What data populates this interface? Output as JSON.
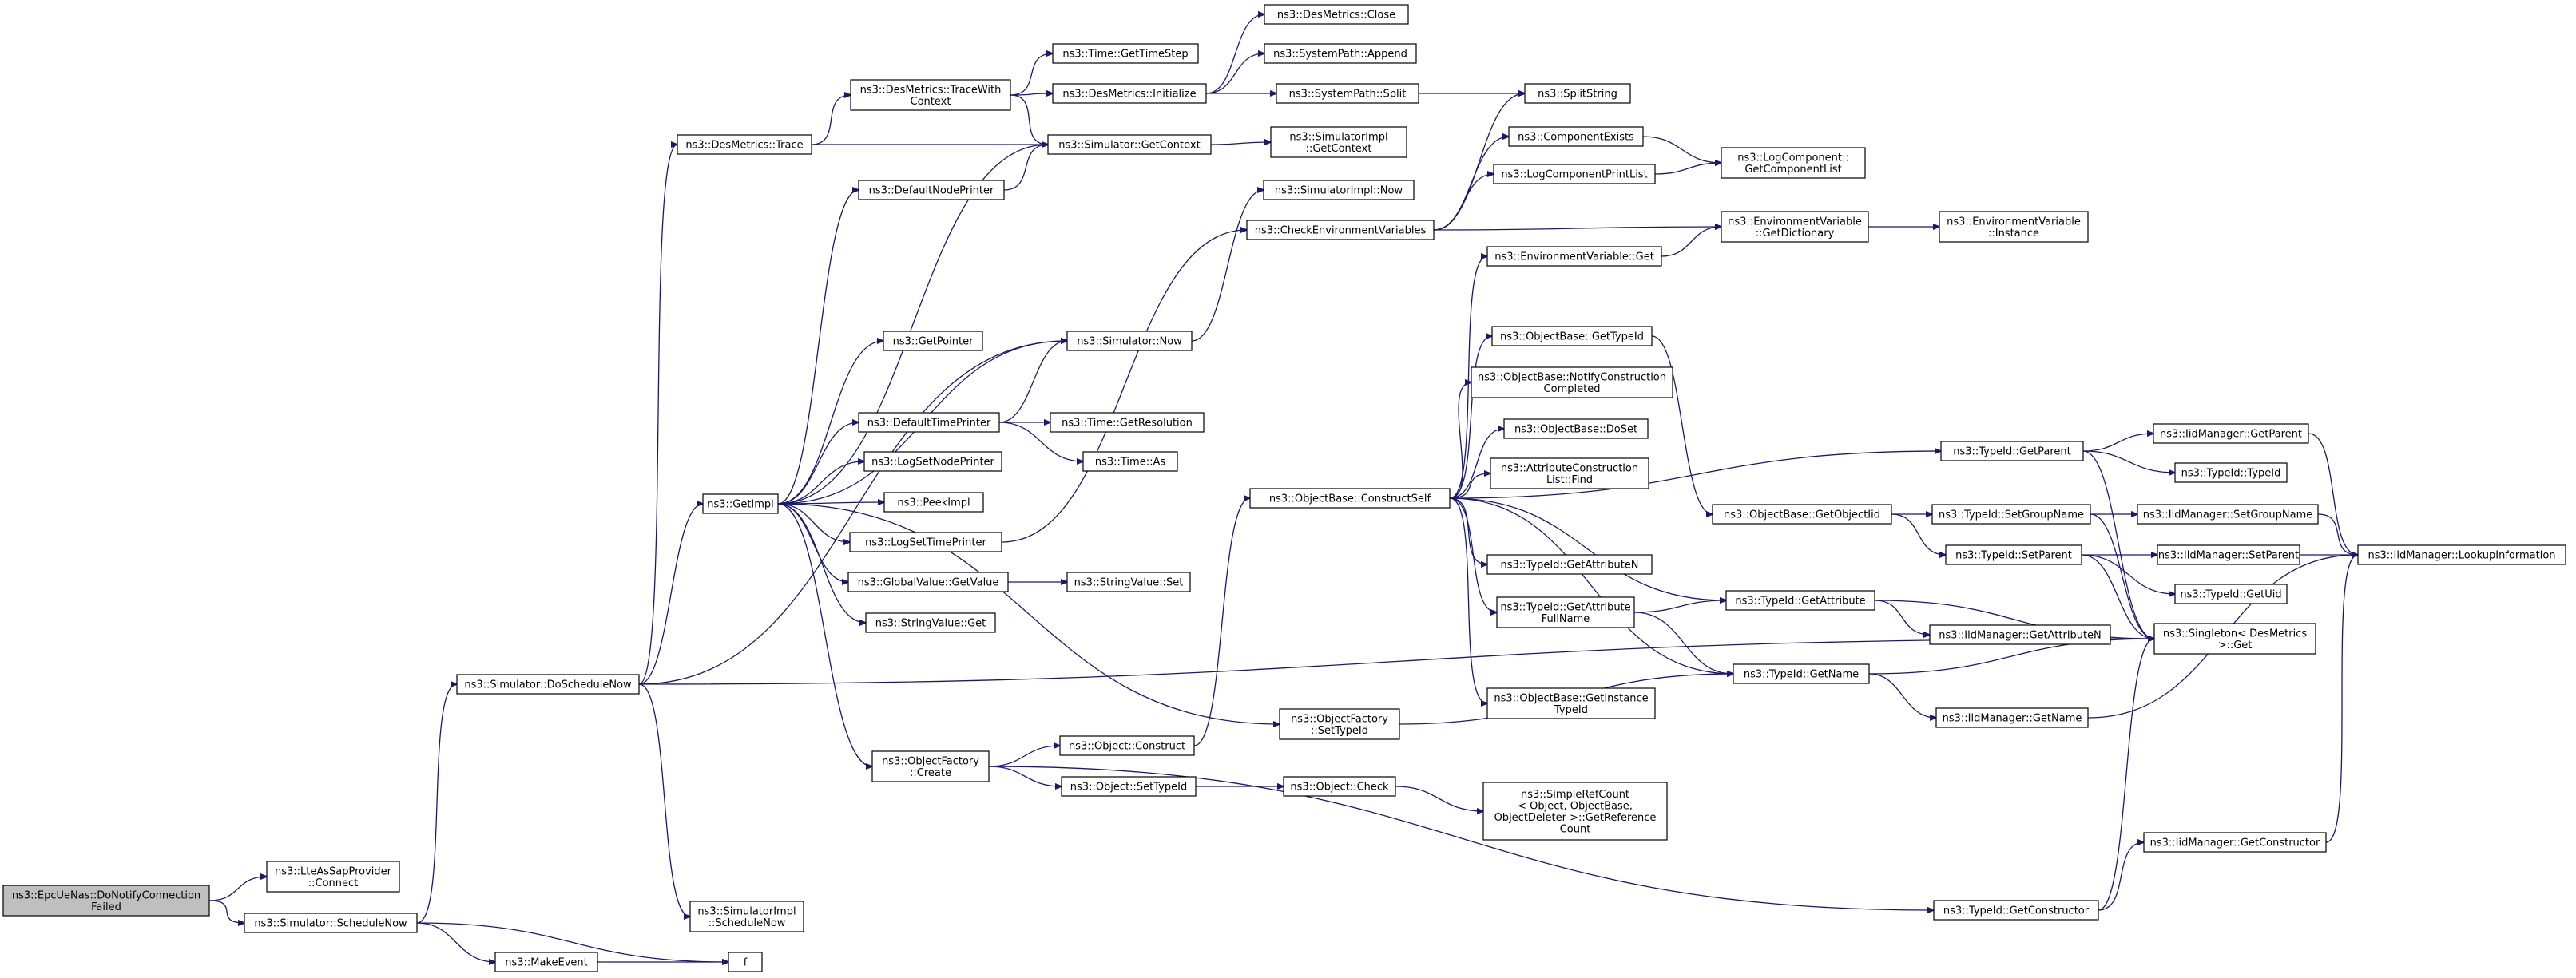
{
  "graph": {
    "edge_color": "#191970",
    "root_fill": "#bfbfbf",
    "nodes": [
      {
        "id": "root",
        "lines": [
          "ns3::EpcUeNas::DoNotifyConnection",
          "Failed"
        ],
        "root": true
      },
      {
        "id": "lteConnect",
        "lines": [
          "ns3::LteAsSapProvider",
          "::Connect"
        ]
      },
      {
        "id": "schedNow",
        "lines": [
          "ns3::Simulator::ScheduleNow"
        ]
      },
      {
        "id": "doSchedNow",
        "lines": [
          "ns3::Simulator::DoScheduleNow"
        ]
      },
      {
        "id": "implSched",
        "lines": [
          "ns3::SimulatorImpl",
          "::ScheduleNow"
        ]
      },
      {
        "id": "makeEvent",
        "lines": [
          "ns3::MakeEvent"
        ]
      },
      {
        "id": "f",
        "lines": [
          "f"
        ]
      },
      {
        "id": "desTrace",
        "lines": [
          "ns3::DesMetrics::Trace"
        ]
      },
      {
        "id": "getImpl",
        "lines": [
          "ns3::GetImpl"
        ]
      },
      {
        "id": "traceWith",
        "lines": [
          "ns3::DesMetrics::TraceWith",
          "Context"
        ]
      },
      {
        "id": "getTimeStep",
        "lines": [
          "ns3::Time::GetTimeStep"
        ]
      },
      {
        "id": "desInit",
        "lines": [
          "ns3::DesMetrics::Initialize"
        ]
      },
      {
        "id": "desClose",
        "lines": [
          "ns3::DesMetrics::Close"
        ]
      },
      {
        "id": "sysAppend",
        "lines": [
          "ns3::SystemPath::Append"
        ]
      },
      {
        "id": "sysSplit",
        "lines": [
          "ns3::SystemPath::Split"
        ]
      },
      {
        "id": "splitString",
        "lines": [
          "ns3::SplitString"
        ]
      },
      {
        "id": "simGetContext",
        "lines": [
          "ns3::Simulator::GetContext"
        ]
      },
      {
        "id": "implGetContext",
        "lines": [
          "ns3::SimulatorImpl",
          "::GetContext"
        ]
      },
      {
        "id": "defNodePrinter",
        "lines": [
          "ns3::DefaultNodePrinter"
        ]
      },
      {
        "id": "implNow",
        "lines": [
          "ns3::SimulatorImpl::Now"
        ]
      },
      {
        "id": "checkEnv",
        "lines": [
          "ns3::CheckEnvironmentVariables"
        ]
      },
      {
        "id": "compExists",
        "lines": [
          "ns3::ComponentExists"
        ]
      },
      {
        "id": "logCompPrint",
        "lines": [
          "ns3::LogComponentPrintList"
        ]
      },
      {
        "id": "logCompList",
        "lines": [
          "ns3::LogComponent::",
          "GetComponentList"
        ]
      },
      {
        "id": "envGetDict",
        "lines": [
          "ns3::EnvironmentVariable",
          "::GetDictionary"
        ]
      },
      {
        "id": "envInstance",
        "lines": [
          "ns3::EnvironmentVariable",
          "::Instance"
        ]
      },
      {
        "id": "envGet",
        "lines": [
          "ns3::EnvironmentVariable::Get"
        ]
      },
      {
        "id": "getPointer",
        "lines": [
          "ns3::GetPointer"
        ]
      },
      {
        "id": "simNow",
        "lines": [
          "ns3::Simulator::Now"
        ]
      },
      {
        "id": "defTimePrinter",
        "lines": [
          "ns3::DefaultTimePrinter"
        ]
      },
      {
        "id": "getResolution",
        "lines": [
          "ns3::Time::GetResolution"
        ]
      },
      {
        "id": "timeAs",
        "lines": [
          "ns3::Time::As"
        ]
      },
      {
        "id": "logSetNode",
        "lines": [
          "ns3::LogSetNodePrinter"
        ]
      },
      {
        "id": "peekImpl",
        "lines": [
          "ns3::PeekImpl"
        ]
      },
      {
        "id": "logSetTime",
        "lines": [
          "ns3::LogSetTimePrinter"
        ]
      },
      {
        "id": "gvGetValue",
        "lines": [
          "ns3::GlobalValue::GetValue"
        ]
      },
      {
        "id": "svSet",
        "lines": [
          "ns3::StringValue::Set"
        ]
      },
      {
        "id": "svGet",
        "lines": [
          "ns3::StringValue::Get"
        ]
      },
      {
        "id": "ofCreate",
        "lines": [
          "ns3::ObjectFactory",
          "::Create"
        ]
      },
      {
        "id": "objConstruct",
        "lines": [
          "ns3::Object::Construct"
        ]
      },
      {
        "id": "objSetTypeId",
        "lines": [
          "ns3::Object::SetTypeId"
        ]
      },
      {
        "id": "objCheck",
        "lines": [
          "ns3::Object::Check"
        ]
      },
      {
        "id": "simpleRef",
        "lines": [
          "ns3::SimpleRefCount",
          "< Object, ObjectBase,",
          "ObjectDeleter >::GetReference",
          "Count"
        ]
      },
      {
        "id": "ofSetTypeId",
        "lines": [
          "ns3::ObjectFactory",
          "::SetTypeId"
        ]
      },
      {
        "id": "constructSelf",
        "lines": [
          "ns3::ObjectBase::ConstructSelf"
        ]
      },
      {
        "id": "obGetTypeId",
        "lines": [
          "ns3::ObjectBase::GetTypeId"
        ]
      },
      {
        "id": "obNotify",
        "lines": [
          "ns3::ObjectBase::NotifyConstruction",
          "Completed"
        ]
      },
      {
        "id": "obDoSet",
        "lines": [
          "ns3::ObjectBase::DoSet"
        ]
      },
      {
        "id": "attrFind",
        "lines": [
          "ns3::AttributeConstruction",
          "List::Find"
        ]
      },
      {
        "id": "tidGetAttrN",
        "lines": [
          "ns3::TypeId::GetAttributeN"
        ]
      },
      {
        "id": "tidGetAttrFull",
        "lines": [
          "ns3::TypeId::GetAttribute",
          "FullName"
        ]
      },
      {
        "id": "obGetInstance",
        "lines": [
          "ns3::ObjectBase::GetInstance",
          "TypeId"
        ]
      },
      {
        "id": "obGetObjectTid",
        "lines": [
          "ns3::ObjectBase::GetObjectIid"
        ]
      },
      {
        "id": "tidGetAttr",
        "lines": [
          "ns3::TypeId::GetAttribute"
        ]
      },
      {
        "id": "tidGetName",
        "lines": [
          "ns3::TypeId::GetName"
        ]
      },
      {
        "id": "tidGetParent",
        "lines": [
          "ns3::TypeId::GetParent"
        ]
      },
      {
        "id": "tidSetGroup",
        "lines": [
          "ns3::TypeId::SetGroupName"
        ]
      },
      {
        "id": "tidSetParent",
        "lines": [
          "ns3::TypeId::SetParent"
        ]
      },
      {
        "id": "iidGetAttrN",
        "lines": [
          "ns3::IidManager::GetAttributeN"
        ]
      },
      {
        "id": "iidGetName",
        "lines": [
          "ns3::IidManager::GetName"
        ]
      },
      {
        "id": "tidGetCtor",
        "lines": [
          "ns3::TypeId::GetConstructor"
        ]
      },
      {
        "id": "iidGetParent",
        "lines": [
          "ns3::IidManager::GetParent"
        ]
      },
      {
        "id": "tidTypeId",
        "lines": [
          "ns3::TypeId::TypeId"
        ]
      },
      {
        "id": "iidSetGroup",
        "lines": [
          "ns3::IidManager::SetGroupName"
        ]
      },
      {
        "id": "iidSetParent",
        "lines": [
          "ns3::IidManager::SetParent"
        ]
      },
      {
        "id": "tidGetUid",
        "lines": [
          "ns3::TypeId::GetUid"
        ]
      },
      {
        "id": "singletonGet",
        "lines": [
          "ns3::Singleton< DesMetrics",
          "  >::Get"
        ]
      },
      {
        "id": "iidGetCtor",
        "lines": [
          "ns3::IidManager::GetConstructor"
        ]
      },
      {
        "id": "iidLookup",
        "lines": [
          "ns3::IidManager::LookupInformation"
        ]
      }
    ],
    "edges": [
      [
        "root",
        "lteConnect"
      ],
      [
        "root",
        "schedNow"
      ],
      [
        "schedNow",
        "doSchedNow"
      ],
      [
        "schedNow",
        "makeEvent"
      ],
      [
        "schedNow",
        "f"
      ],
      [
        "makeEvent",
        "f"
      ],
      [
        "doSchedNow",
        "desTrace"
      ],
      [
        "doSchedNow",
        "getImpl"
      ],
      [
        "doSchedNow",
        "simNow"
      ],
      [
        "doSchedNow",
        "implSched"
      ],
      [
        "doSchedNow",
        "singletonGet"
      ],
      [
        "desTrace",
        "traceWith"
      ],
      [
        "desTrace",
        "simGetContext"
      ],
      [
        "traceWith",
        "getTimeStep"
      ],
      [
        "traceWith",
        "desInit"
      ],
      [
        "traceWith",
        "simGetContext"
      ],
      [
        "desInit",
        "desClose"
      ],
      [
        "desInit",
        "sysAppend"
      ],
      [
        "desInit",
        "sysSplit"
      ],
      [
        "sysSplit",
        "splitString"
      ],
      [
        "simGetContext",
        "implGetContext"
      ],
      [
        "getImpl",
        "defNodePrinter"
      ],
      [
        "getImpl",
        "simGetContext"
      ],
      [
        "getImpl",
        "getPointer"
      ],
      [
        "getImpl",
        "simNow"
      ],
      [
        "getImpl",
        "defTimePrinter"
      ],
      [
        "getImpl",
        "logSetNode"
      ],
      [
        "getImpl",
        "peekImpl"
      ],
      [
        "getImpl",
        "logSetTime"
      ],
      [
        "getImpl",
        "gvGetValue"
      ],
      [
        "getImpl",
        "svGet"
      ],
      [
        "getImpl",
        "ofCreate"
      ],
      [
        "getImpl",
        "ofSetTypeId"
      ],
      [
        "defNodePrinter",
        "simGetContext"
      ],
      [
        "defTimePrinter",
        "simNow"
      ],
      [
        "defTimePrinter",
        "getResolution"
      ],
      [
        "defTimePrinter",
        "timeAs"
      ],
      [
        "simNow",
        "implNow"
      ],
      [
        "logSetTime",
        "checkEnv"
      ],
      [
        "gvGetValue",
        "svSet"
      ],
      [
        "checkEnv",
        "splitString"
      ],
      [
        "checkEnv",
        "compExists"
      ],
      [
        "checkEnv",
        "logCompPrint"
      ],
      [
        "checkEnv",
        "envGetDict"
      ],
      [
        "compExists",
        "logCompList"
      ],
      [
        "logCompPrint",
        "logCompList"
      ],
      [
        "envGetDict",
        "envInstance"
      ],
      [
        "ofCreate",
        "objConstruct"
      ],
      [
        "ofCreate",
        "objSetTypeId"
      ],
      [
        "ofCreate",
        "tidGetCtor"
      ],
      [
        "objConstruct",
        "constructSelf"
      ],
      [
        "objSetTypeId",
        "objCheck"
      ],
      [
        "objCheck",
        "simpleRef"
      ],
      [
        "ofSetTypeId",
        "tidGetName"
      ],
      [
        "constructSelf",
        "envGet"
      ],
      [
        "constructSelf",
        "obGetTypeId"
      ],
      [
        "constructSelf",
        "obNotify"
      ],
      [
        "constructSelf",
        "obDoSet"
      ],
      [
        "constructSelf",
        "attrFind"
      ],
      [
        "constructSelf",
        "tidGetAttrN"
      ],
      [
        "constructSelf",
        "tidGetAttrFull"
      ],
      [
        "constructSelf",
        "obGetInstance"
      ],
      [
        "constructSelf",
        "tidGetAttr"
      ],
      [
        "constructSelf",
        "tidGetName"
      ],
      [
        "constructSelf",
        "tidGetParent"
      ],
      [
        "envGet",
        "envGetDict"
      ],
      [
        "obGetTypeId",
        "obGetObjectTid"
      ],
      [
        "obGetObjectTid",
        "tidSetGroup"
      ],
      [
        "obGetObjectTid",
        "tidSetParent"
      ],
      [
        "tidGetAttrFull",
        "tidGetAttr"
      ],
      [
        "tidGetAttrFull",
        "tidGetName"
      ],
      [
        "tidGetAttr",
        "iidGetAttrN"
      ],
      [
        "tidGetAttr",
        "singletonGet"
      ],
      [
        "tidGetName",
        "iidGetName"
      ],
      [
        "tidGetName",
        "singletonGet"
      ],
      [
        "tidGetParent",
        "iidGetParent"
      ],
      [
        "tidGetParent",
        "tidTypeId"
      ],
      [
        "tidGetParent",
        "singletonGet"
      ],
      [
        "tidSetGroup",
        "iidSetGroup"
      ],
      [
        "tidSetGroup",
        "singletonGet"
      ],
      [
        "tidSetParent",
        "iidSetParent"
      ],
      [
        "tidSetParent",
        "tidGetUid"
      ],
      [
        "tidSetParent",
        "singletonGet"
      ],
      [
        "iidGetParent",
        "iidLookup"
      ],
      [
        "iidSetGroup",
        "iidLookup"
      ],
      [
        "iidSetParent",
        "iidLookup"
      ],
      [
        "iidGetName",
        "iidLookup"
      ],
      [
        "iidGetCtor",
        "iidLookup"
      ],
      [
        "tidGetCtor",
        "iidGetCtor"
      ],
      [
        "tidGetCtor",
        "singletonGet"
      ]
    ]
  }
}
